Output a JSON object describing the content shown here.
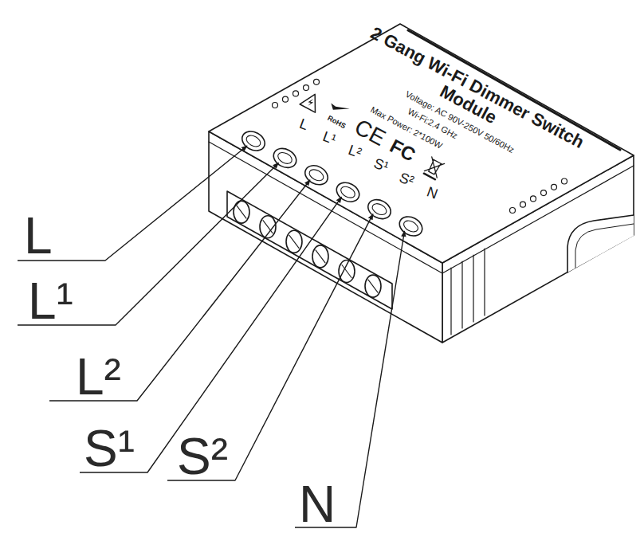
{
  "diagram": {
    "labels": [
      "2 Gang Wi-Fi Dimmer Switch Module",
      "Voltage: AC 90V-250V 50/60Hz",
      "Wi-Fi:2.4 GHz",
      "Max Power: 2*100W",
      "RoHS",
      "CE",
      "FC",
      "L",
      "L¹",
      "L²",
      "S¹",
      "S²",
      "N",
      "L",
      "L¹",
      "L²",
      "S¹",
      "S²",
      "N"
    ]
  }
}
